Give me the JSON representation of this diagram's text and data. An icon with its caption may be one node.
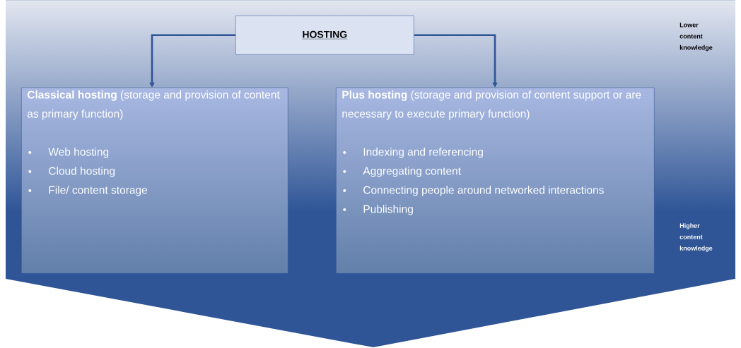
{
  "diagram": {
    "nodes": [
      {
        "text": [
          "HOSTING"
        ]
      },
      {
        "text": [
          "**Classical hosting** (storage and provision of content as primary function)",
          "Web hosting",
          "Cloud hosting",
          "File/ content storage"
        ]
      },
      {
        "text": [
          "**Plus hosting** (storage and provision of content support or are necessary to execute primary function)",
          "Indexing and referencing",
          "Aggregating content",
          "Connecting people around networked interactions",
          "Publishing"
        ]
      }
    ],
    "edges": [
      {
        "from": 0,
        "to": 1,
        "arrow": "to"
      },
      {
        "from": 0,
        "to": 2,
        "arrow": "to"
      }
    ],
    "labels": [
      "Lower content knowledge",
      "Higher content knowledge"
    ]
  }
}
